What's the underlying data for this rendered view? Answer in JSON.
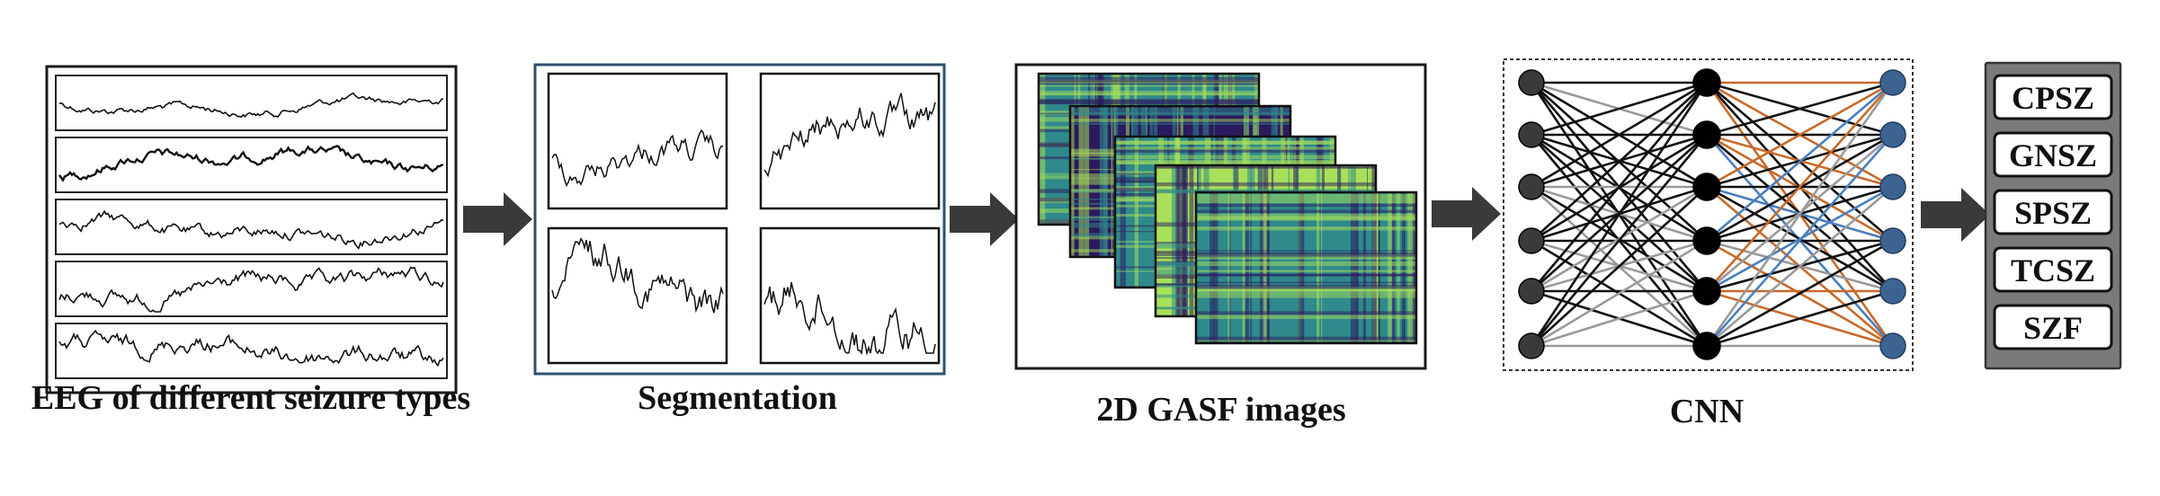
{
  "stages": {
    "eeg": {
      "caption": "EEG of different seizure types",
      "trace_count": 5
    },
    "segmentation": {
      "caption": "Segmentation",
      "segment_count": 4
    },
    "gasf": {
      "caption": "2D GASF images",
      "image_count": 5
    },
    "cnn": {
      "caption": "CNN",
      "layers": [
        6,
        6,
        6
      ]
    }
  },
  "output": {
    "labels": [
      "CPSZ",
      "GNSZ",
      "SPSZ",
      "TCSZ",
      "SZF"
    ]
  },
  "colors": {
    "arrow": "#3a3a3a",
    "node_input": "#3a3a3a",
    "node_hidden": "#000000",
    "node_output": "#3d6491",
    "edge_dark": "#111111",
    "edge_gray": "#9a9a9a",
    "edge_blue": "#4a7fbf",
    "edge_orange": "#c86a2a",
    "gasf_dark": "#2b1a5e",
    "gasf_mid": "#2f8a8c",
    "gasf_light": "#a8e05a",
    "output_frame": "#7a7a7a"
  }
}
